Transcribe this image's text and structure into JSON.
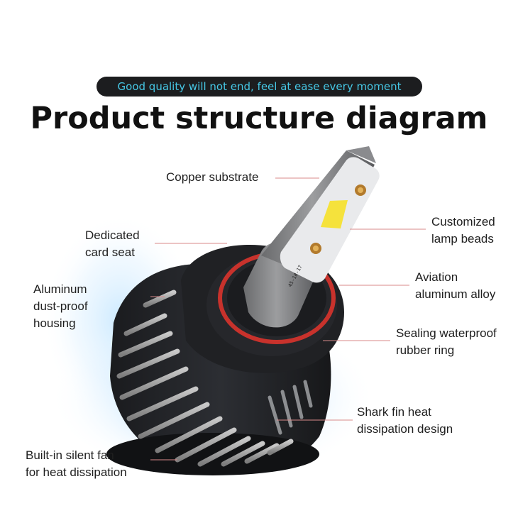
{
  "header": {
    "tagline": "Good quality will not end, feel at ease every moment",
    "title": "Product structure diagram"
  },
  "colors": {
    "tagline_text": "#46c8e6",
    "tagline_bg": "#1c1d1f",
    "leader_line": "#d98a8a",
    "sealing_ring": "#c8322c",
    "chip_yellow": "#f5e23c",
    "glow": "#a8d8ff"
  },
  "labels": {
    "copper_substrate": [
      "Copper substrate"
    ],
    "lamp_beads": [
      "Customized",
      "lamp beads"
    ],
    "card_seat": [
      "Dedicated",
      "card seat"
    ],
    "aluminum_alloy": [
      "Aviation",
      "aluminum alloy"
    ],
    "dust_housing": [
      "Aluminum",
      "dust-proof",
      "housing"
    ],
    "rubber_ring": [
      "Sealing waterproof",
      "rubber ring"
    ],
    "fin_design": [
      "Shark fin heat",
      "dissipation design"
    ],
    "silent_fan": [
      "Built-in silent fan",
      "for heat dissipation"
    ]
  },
  "icons": {
    "product": "led-headlight-bulb-icon"
  }
}
